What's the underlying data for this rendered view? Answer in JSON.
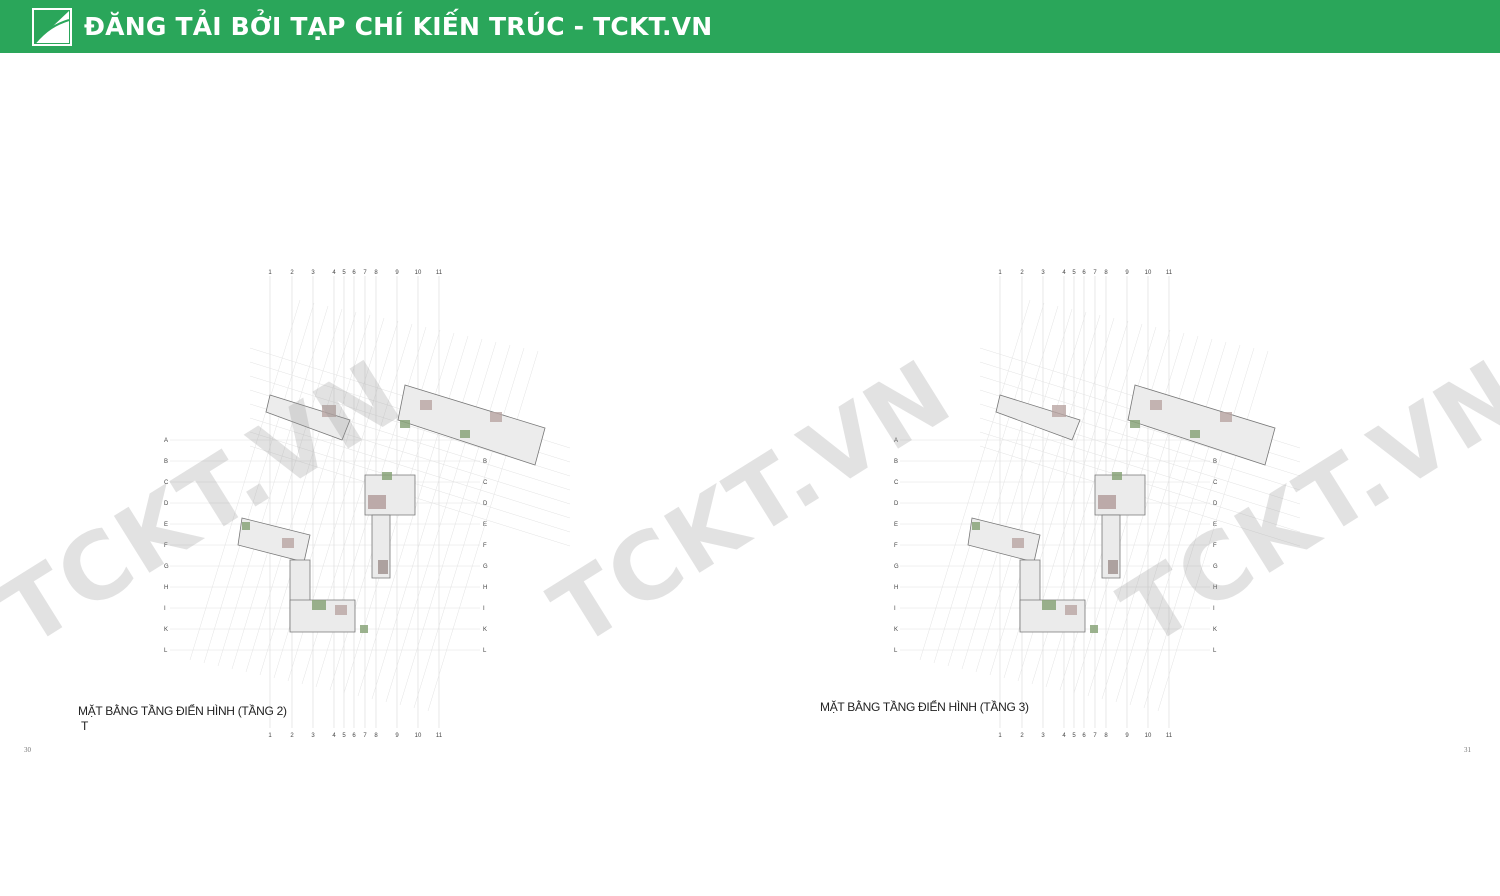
{
  "banner": {
    "title": "ĐĂNG TẢI BỞI TẠP CHÍ KIẾN TRÚC - TCKT.VN",
    "color": "#2aa65a"
  },
  "left_plan": {
    "caption": "MẶT BẰNG TẦNG ĐIỂN HÌNH (TẦNG 2)",
    "caption_extra": "T",
    "page_number": "30",
    "grid_top": [
      "1",
      "2",
      "3",
      "4",
      "5",
      "6",
      "7",
      "8",
      "9",
      "10",
      "11"
    ],
    "grid_rows": [
      "A",
      "B",
      "C",
      "D",
      "E",
      "F",
      "G",
      "H",
      "I",
      "K",
      "L"
    ]
  },
  "right_plan": {
    "caption": "MẶT BẰNG TẦNG ĐIỂN HÌNH (TẦNG 3)",
    "page_number": "31",
    "grid_top": [
      "1",
      "2",
      "3",
      "4",
      "5",
      "6",
      "7",
      "8",
      "9",
      "10",
      "11"
    ],
    "grid_rows": [
      "A",
      "B",
      "C",
      "D",
      "E",
      "F",
      "G",
      "H",
      "I",
      "K",
      "L"
    ]
  },
  "watermark": "TCKT.VN",
  "icons": {
    "logo": "tckt-logo-icon"
  }
}
